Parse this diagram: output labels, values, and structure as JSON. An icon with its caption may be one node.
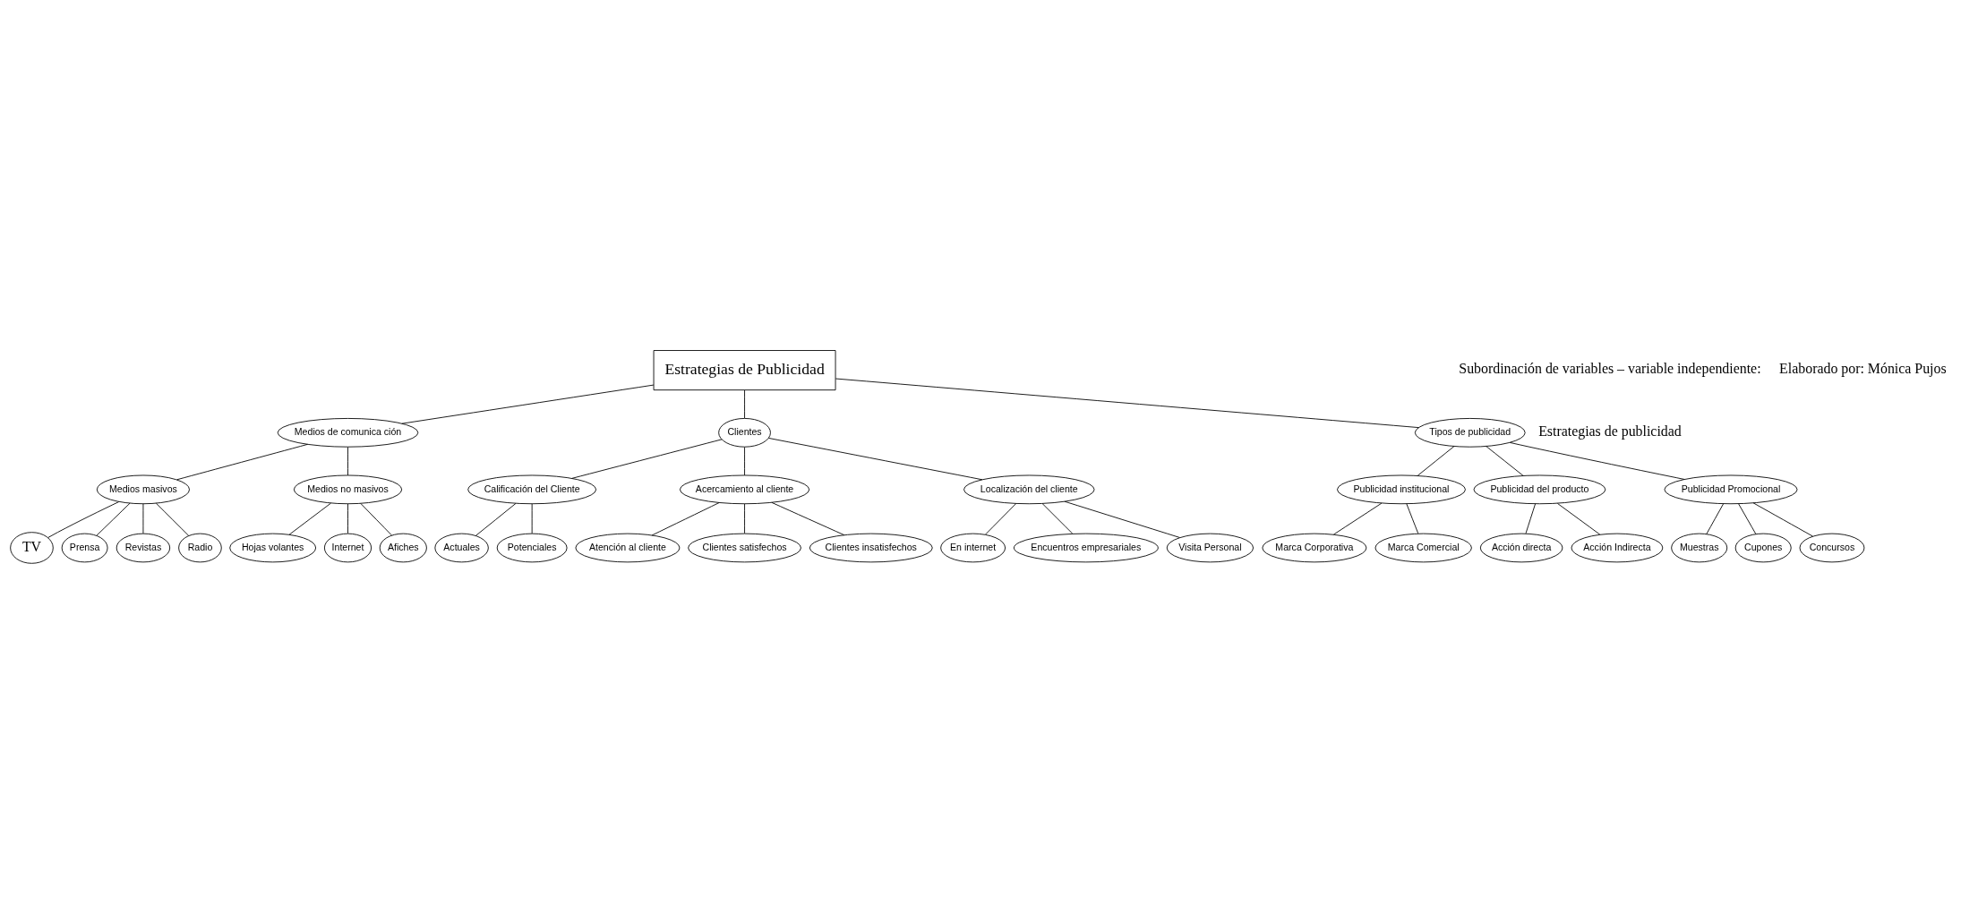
{
  "diagram": {
    "nodes": [
      {
        "text": [
          "Estrategias de Publicidad"
        ]
      },
      {
        "text": [
          "Medios de comunica ción"
        ]
      },
      {
        "text": [
          "Clientes"
        ]
      },
      {
        "text": [
          "Tipos de publicidad"
        ]
      },
      {
        "text": [
          "Medios masivos"
        ]
      },
      {
        "text": [
          "Medios no masivos"
        ]
      },
      {
        "text": [
          "TV"
        ]
      },
      {
        "text": [
          "Prensa"
        ]
      },
      {
        "text": [
          "Revistas"
        ]
      },
      {
        "text": [
          "Radio"
        ]
      },
      {
        "text": [
          "Hojas volantes"
        ]
      },
      {
        "text": [
          "Internet"
        ]
      },
      {
        "text": [
          "Afiches"
        ]
      },
      {
        "text": [
          "Calificación del Cliente"
        ]
      },
      {
        "text": [
          "Acercamiento al cliente"
        ]
      },
      {
        "text": [
          "Localización del cliente"
        ]
      },
      {
        "text": [
          "Actuales"
        ]
      },
      {
        "text": [
          "Potenciales"
        ]
      },
      {
        "text": [
          "Atención al cliente"
        ]
      },
      {
        "text": [
          "Clientes satisfechos"
        ]
      },
      {
        "text": [
          "Clientes insatisfechos"
        ]
      },
      {
        "text": [
          "En internet"
        ]
      },
      {
        "text": [
          "Encuentros empresariales"
        ]
      },
      {
        "text": [
          "Visita Personal"
        ]
      },
      {
        "text": [
          "Publicidad institucional"
        ]
      },
      {
        "text": [
          "Publicidad del producto"
        ]
      },
      {
        "text": [
          "Publicidad Promocional"
        ]
      },
      {
        "text": [
          "Marca Corporativa"
        ]
      },
      {
        "text": [
          "Marca Comercial"
        ]
      },
      {
        "text": [
          "Muestras"
        ]
      },
      {
        "text": [
          "Cupones"
        ]
      },
      {
        "text": [
          "Concursos"
        ]
      },
      {
        "text": [
          "Acción directa"
        ]
      },
      {
        "text": [
          "Acción Indirecta"
        ]
      }
    ],
    "edges": [
      {
        "from": 0,
        "to": 1,
        "arrow": "none"
      },
      {
        "from": 0,
        "to": 2,
        "arrow": "none"
      },
      {
        "from": 0,
        "to": 3,
        "arrow": "none"
      },
      {
        "from": 1,
        "to": 4,
        "arrow": "none"
      },
      {
        "from": 1,
        "to": 5,
        "arrow": "none"
      },
      {
        "from": 4,
        "to": 6,
        "arrow": "none"
      },
      {
        "from": 4,
        "to": 7,
        "arrow": "none"
      },
      {
        "from": 4,
        "to": 8,
        "arrow": "none"
      },
      {
        "from": 4,
        "to": 9,
        "arrow": "none"
      },
      {
        "from": 5,
        "to": 10,
        "arrow": "none"
      },
      {
        "from": 5,
        "to": 11,
        "arrow": "none"
      },
      {
        "from": 5,
        "to": 12,
        "arrow": "none"
      },
      {
        "from": 2,
        "to": 13,
        "arrow": "none"
      },
      {
        "from": 2,
        "to": 15,
        "arrow": "none"
      },
      {
        "from": 2,
        "to": 14,
        "arrow": "none"
      },
      {
        "from": 13,
        "to": 16,
        "arrow": "none"
      },
      {
        "from": 13,
        "to": 17,
        "arrow": "none"
      },
      {
        "from": 14,
        "to": 18,
        "arrow": "none"
      },
      {
        "from": 14,
        "to": 19,
        "arrow": "none"
      },
      {
        "from": 14,
        "to": 20,
        "arrow": "none"
      },
      {
        "from": 15,
        "to": 21,
        "arrow": "none"
      },
      {
        "from": 15,
        "to": 22,
        "arrow": "none"
      },
      {
        "from": 15,
        "to": 23,
        "arrow": "none"
      },
      {
        "from": 3,
        "to": 24,
        "arrow": "none"
      },
      {
        "from": 3,
        "to": 25,
        "arrow": "none"
      },
      {
        "from": 3,
        "to": 26,
        "arrow": "none"
      },
      {
        "from": 24,
        "to": 27,
        "arrow": "none"
      },
      {
        "from": 24,
        "to": 28,
        "arrow": "none"
      },
      {
        "from": 26,
        "to": 29,
        "arrow": "none"
      },
      {
        "from": 26,
        "to": 30,
        "arrow": "none"
      },
      {
        "from": 26,
        "to": 31,
        "arrow": "none"
      },
      {
        "from": 25,
        "to": 32,
        "arrow": "none"
      },
      {
        "from": 25,
        "to": 33,
        "arrow": "none"
      }
    ],
    "labels": [
      "Subordinación de variables – variable independiente:",
      "Estrategias de publicidad",
      "Elaborado por: Mónica Pujos"
    ]
  }
}
